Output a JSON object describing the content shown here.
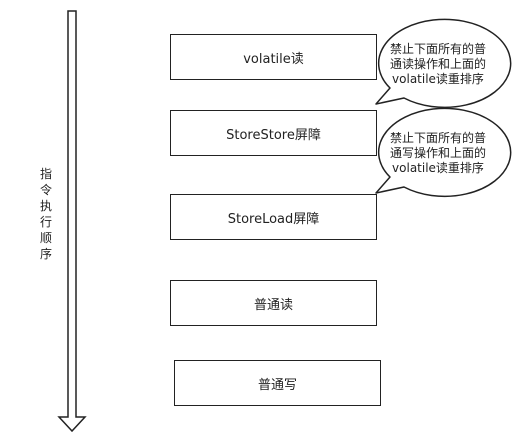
{
  "axis": {
    "label": "指令执行顺序"
  },
  "boxes": [
    {
      "label": "volatile读"
    },
    {
      "label": "StoreStore屏障"
    },
    {
      "label": "StoreLoad屏障"
    },
    {
      "label": "普通读"
    },
    {
      "label": "普通写"
    }
  ],
  "callouts": [
    {
      "lines": [
        "禁止下面所有的普",
        "通读操作和上面的",
        "volatile读重排序"
      ]
    },
    {
      "lines": [
        "禁止下面所有的普",
        "通写操作和上面的",
        "volatile读重排序"
      ]
    }
  ],
  "colors": {
    "stroke": "#222222",
    "background": "#ffffff"
  }
}
